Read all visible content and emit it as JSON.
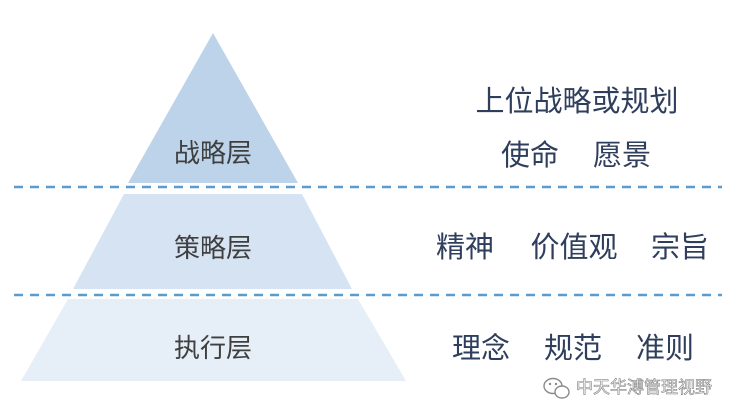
{
  "layers": [
    {
      "label": "战略层",
      "fill": "#bcd3ea"
    },
    {
      "label": "策略层",
      "fill": "#d6e3f2"
    },
    {
      "label": "执行层",
      "fill": "#e6eef7"
    }
  ],
  "right_texts": {
    "strategy_line1": "上位战略或规划",
    "strategy_line2_a": "使命",
    "strategy_line2_b": "愿景",
    "tactic_a": "精神",
    "tactic_b": "价值观",
    "tactic_c": "宗旨",
    "exec_a": "理念",
    "exec_b": "规范",
    "exec_c": "准则"
  },
  "watermark": {
    "text": "中天华溥管理视野"
  },
  "colors": {
    "divider": "#5a9bd0",
    "label_text": "#3f3f3f",
    "right_text": "#2f3e5c"
  }
}
